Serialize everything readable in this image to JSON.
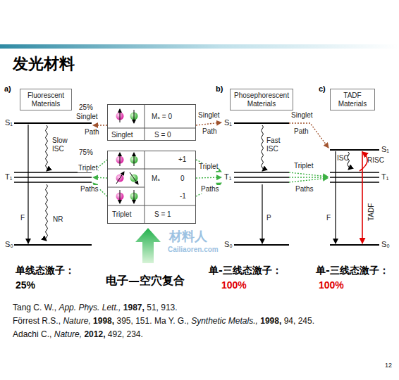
{
  "diagram": {
    "title": "发光材料",
    "nodes": [
      {
        "text": [
          "Fluorescent Materials"
        ]
      },
      {
        "text": [
          "Singlet",
          "Mₛ = 0",
          "S = 0"
        ]
      },
      {
        "text": [
          "Triplet",
          "Mₛ",
          "+1",
          "0",
          "-1",
          "S = 1"
        ]
      },
      {
        "text": [
          "Phosephorescent Materials"
        ]
      },
      {
        "text": [
          "TADF Materials"
        ]
      }
    ],
    "labels": [
      "a)",
      "S₁",
      "T₁",
      "S₀",
      "Slow ISC",
      "F",
      "NR",
      "25%",
      "Singlet",
      "Path",
      "Singlet",
      "Path",
      "75%",
      "Triplet",
      "Paths",
      "Triplet",
      "Paths",
      "b)",
      "S₁",
      "T₁",
      "S₀",
      "Fast ISC",
      "P",
      "Singlet",
      "Path",
      "Triplet",
      "Paths",
      "c)",
      "S₁",
      "T₁",
      "S₀",
      "ISC",
      "RISC",
      "F",
      "TADF",
      "单线态激子：",
      "25%",
      "电子—空穴复合",
      "单-三线态激子：",
      "100%",
      "单-三线态激子：",
      "100%",
      "Tang C. W.,",
      "App. Phys. Lett.,",
      "1987,",
      "51, 913.",
      "Förrest R.S.,",
      "Nature,",
      "1998,",
      "395, 151.",
      "Ma Y. G.,",
      "Synthetic Metals.,",
      "1998,",
      "94, 245.",
      "Adachi C.,",
      "Nature,",
      "2012,",
      "492, 234.",
      "12",
      "材料人",
      "Cailiaoren.com"
    ]
  }
}
